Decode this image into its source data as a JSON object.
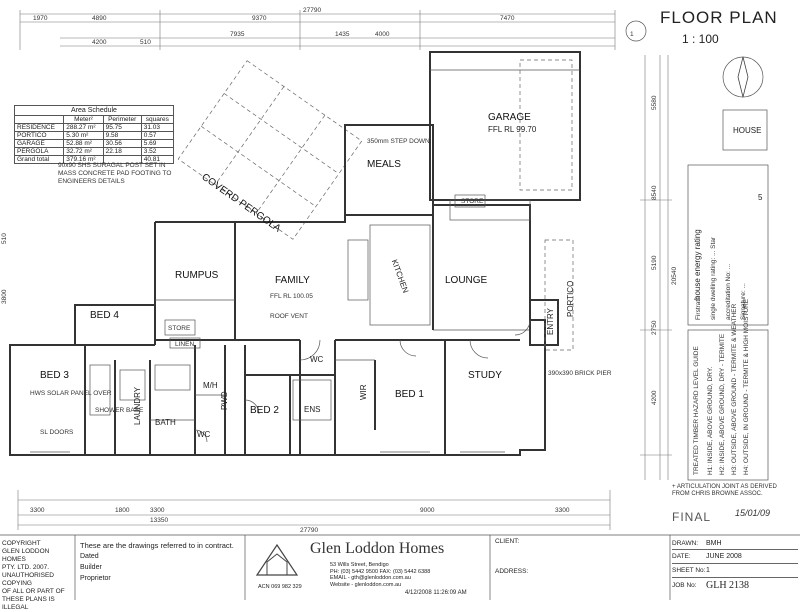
{
  "title": {
    "main": "FLOOR PLAN",
    "scale": "1 : 100",
    "number": "1"
  },
  "rooms": {
    "garage": "GARAGE",
    "meals": "MEALS",
    "step_down": "350mm STEP DOWN",
    "pergola": "COVERD PERGOLA",
    "rumpus": "RUMPUS",
    "family": "FAMILY",
    "kitchen": "KITCHEN",
    "lounge": "LOUNGE",
    "entry": "ENTRY",
    "portico": "PORTICO",
    "bed4": "BED 4",
    "bed3": "BED 3",
    "laundry": "LAUNDRY",
    "bath": "BATH",
    "wc1": "WC",
    "wc2": "WC",
    "mh": "M/H",
    "pwd": "PWD",
    "bed2": "BED 2",
    "ens": "ENS",
    "wir": "WIR",
    "bed1": "BED 1",
    "study": "STUDY",
    "store1": "STORE",
    "store2": "STORE",
    "linen": "LINEN"
  },
  "dimensions": {
    "top_total": "27790",
    "bottom_total": "27790",
    "top_row": [
      "1970",
      "4890",
      "9370",
      "7470"
    ],
    "top_row2": [
      "4200",
      "510",
      "7935",
      "1435",
      "4000"
    ],
    "bottom_row": [
      "3300",
      "1800",
      "3300",
      "9000",
      "3300"
    ],
    "bottom_sub": "13350",
    "right_total": "20540",
    "right_sub": [
      "5580",
      "8540",
      "5190",
      "2750",
      "4200"
    ],
    "left_sub": [
      "510",
      "3800"
    ]
  },
  "area_schedule": {
    "title": "Area Schedule",
    "headers": [
      "",
      "Meter²",
      "Perimeter",
      "squares"
    ],
    "rows": [
      [
        "RESIDENCE",
        "288.27 m²",
        "95.75",
        "31.03"
      ],
      [
        "PORTICO",
        "5.30 m²",
        "9.58",
        "0.57"
      ],
      [
        "GARAGE",
        "52.88 m²",
        "30.56",
        "5.69"
      ],
      [
        "PERGOLA",
        "32.72 m²",
        "22.18",
        "3.52"
      ],
      [
        "Grand total",
        "379.16 m²",
        "",
        "40.81"
      ]
    ]
  },
  "notes": {
    "post_note": "90x90 SHS SURAGAL POST SET IN MASS CONCRETE PAD FOOTING TO ENGINEERS DETAILS",
    "ffl_garage": "FFL RL 99.70",
    "ffl_family": "FFL RL 100.05",
    "hws": "HWS SOLAR PANEL OVER",
    "shower": "SHOWER BASE",
    "brick_pier": "390x390 BRICK PIER",
    "roof_vent": "ROOF VENT",
    "sl_doors": "SL DOORS",
    "articulation": "+ ARTICULATION JOINT AS DERIVED FROM CHRIS BROWNE ASSOC.",
    "final": "FINAL",
    "final_date": "15/01/09"
  },
  "energy": {
    "heading": "house energy rating",
    "firm": "Firstrate",
    "lines": [
      "single dwelling rating: ... Star",
      "accreditation No: ...",
      "Signature: ..."
    ],
    "stars": "5"
  },
  "termite": {
    "title": "TREATED TIMBER HAZARD LEVEL GUIDE",
    "lines": [
      "H1: INSIDE, ABOVE GROUND, DRY.",
      "H2: INSIDE, ABOVE GROUND, DRY - TERMITE",
      "H3: OUTSIDE, ABOVE GROUND - TERMITE & WEATHER",
      "H4: OUTSIDE, IN GROUND - TERMITE & HIGH MOISTURE"
    ]
  },
  "title_block": {
    "copyright": [
      "COPYRIGHT",
      "GLEN LODDON HOMES",
      "PTY. LTD. 2007.",
      "UNAUTHORISED COPYING",
      "OF ALL OR PART OF",
      "THESE PLANS IS ILLEGAL"
    ],
    "contract_note": "These are the drawings referred to in contract.",
    "dated": "Dated",
    "builder": "Builder",
    "proprietor": "Proprietor",
    "company": "Glen Loddon Homes",
    "address": "53 Wills Street, Bendigo",
    "phone": "PH: (03) 5442 9500  FAX: (03) 5442 6388",
    "email": "EMAIL - gth@glenloddon.com.au",
    "website": "Website - glenloddon.com.au",
    "acn": "ACN 069 982 329",
    "print_time": "4/12/2008 11:26:09 AM",
    "client_label": "CLIENT:",
    "address_label": "ADDRESS:",
    "drawn_label": "DRAWN:",
    "drawn": "BMH",
    "date_label": "DATE:",
    "date": "JUNE 2008",
    "sheet_label": "SHEET No:",
    "sheet": "1",
    "job_label": "JOB No:",
    "job": "GLH 2138"
  },
  "logo": {
    "text": "HOUSE"
  }
}
